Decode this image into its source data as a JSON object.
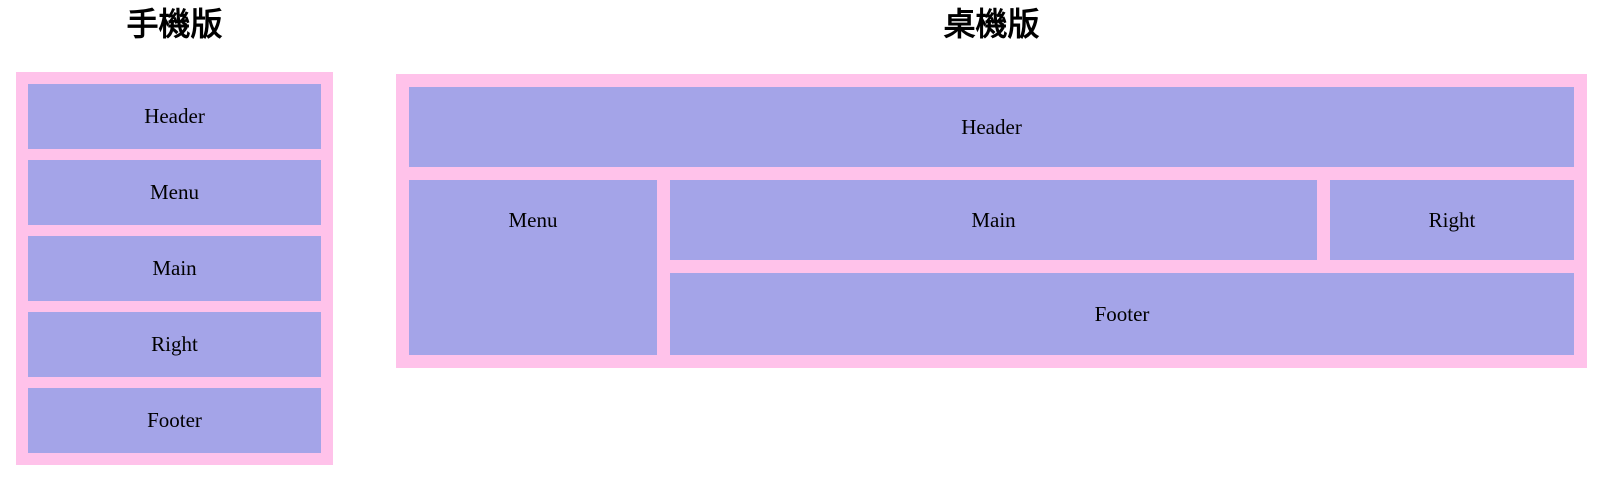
{
  "colors": {
    "container_bg": "#ffc2ea",
    "box_bg": "#a4a4e8",
    "text": "#000000",
    "title_text": "#000000"
  },
  "mobile": {
    "title": "手機版",
    "boxes": [
      "Header",
      "Menu",
      "Main",
      "Right",
      "Footer"
    ]
  },
  "desktop": {
    "title": "桌機版",
    "header": "Header",
    "menu": "Menu",
    "main": "Main",
    "right": "Right",
    "footer": "Footer"
  }
}
